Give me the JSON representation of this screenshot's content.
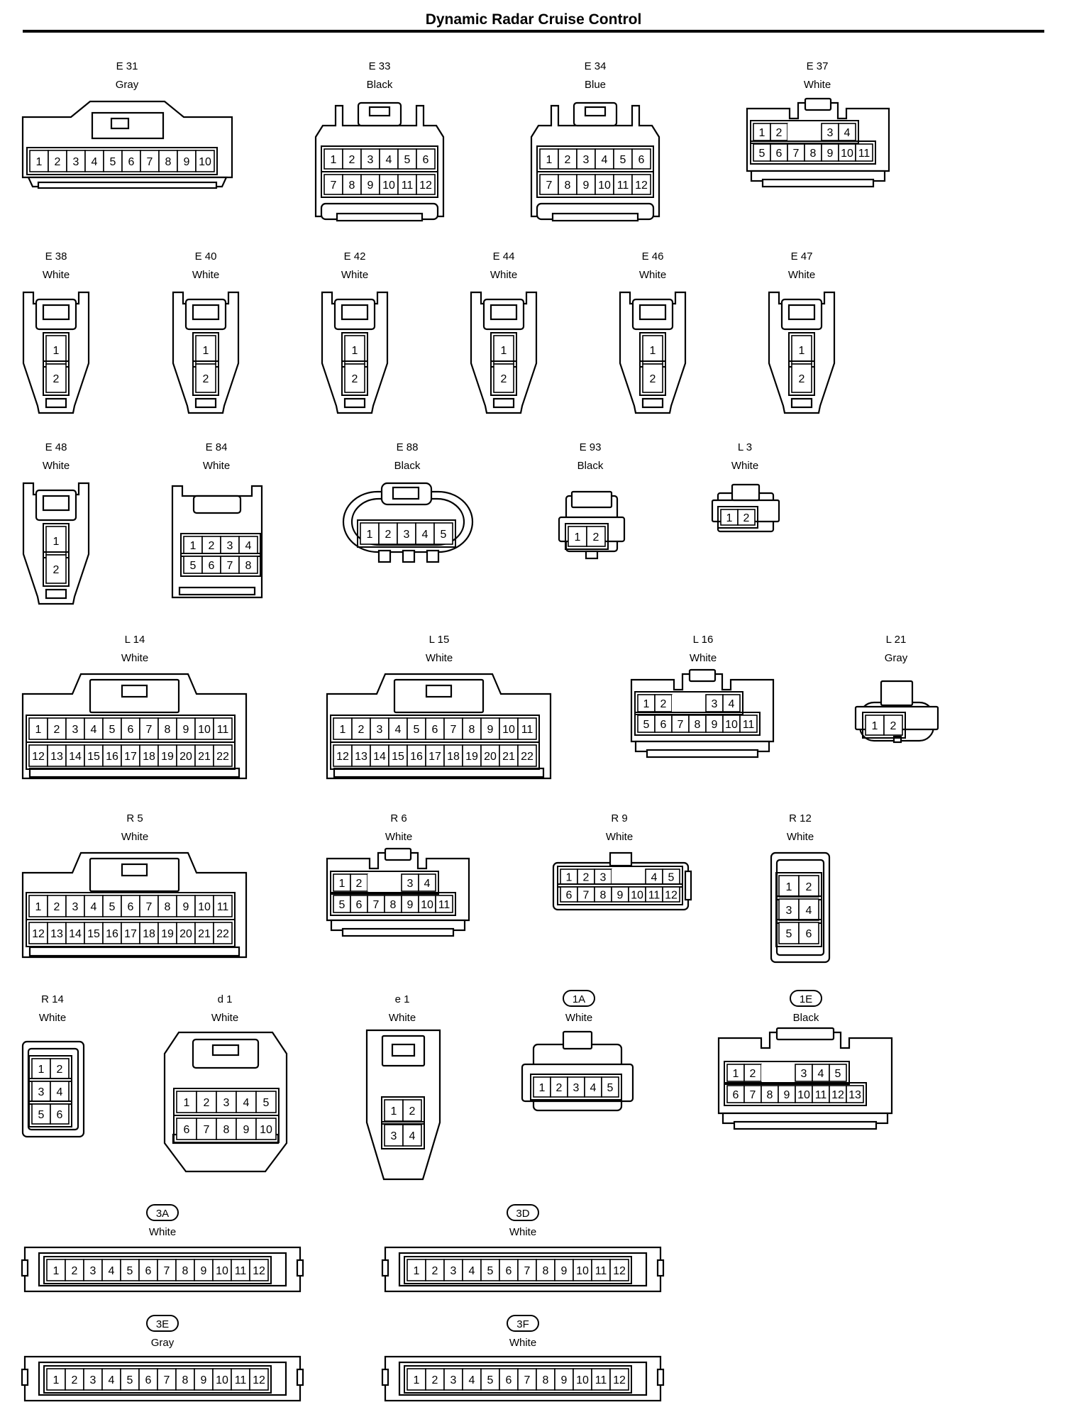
{
  "page": {
    "title": "Dynamic Radar Cruise Control"
  },
  "connectors": [
    {
      "id": "E 31",
      "color": "Gray",
      "circled": false,
      "rows": [
        [
          "1",
          "2",
          "3",
          "4",
          "5",
          "6",
          "7",
          "8",
          "9",
          "10"
        ]
      ]
    },
    {
      "id": "E 33",
      "color": "Black",
      "circled": false,
      "rows": [
        [
          "1",
          "2",
          "3",
          "4",
          "5",
          "6"
        ],
        [
          "7",
          "8",
          "9",
          "10",
          "11",
          "12"
        ]
      ]
    },
    {
      "id": "E 34",
      "color": "Blue",
      "circled": false,
      "rows": [
        [
          "1",
          "2",
          "3",
          "4",
          "5",
          "6"
        ],
        [
          "7",
          "8",
          "9",
          "10",
          "11",
          "12"
        ]
      ]
    },
    {
      "id": "E 37",
      "color": "White",
      "circled": false,
      "rows": [
        [
          "1",
          "2",
          "",
          "",
          "3",
          "4"
        ],
        [
          "5",
          "6",
          "7",
          "8",
          "9",
          "10",
          "11"
        ]
      ]
    },
    {
      "id": "E 38",
      "color": "White",
      "circled": false,
      "rows": [
        [
          "1"
        ],
        [
          "2"
        ]
      ]
    },
    {
      "id": "E 40",
      "color": "White",
      "circled": false,
      "rows": [
        [
          "1"
        ],
        [
          "2"
        ]
      ]
    },
    {
      "id": "E 42",
      "color": "White",
      "circled": false,
      "rows": [
        [
          "1"
        ],
        [
          "2"
        ]
      ]
    },
    {
      "id": "E 44",
      "color": "White",
      "circled": false,
      "rows": [
        [
          "1"
        ],
        [
          "2"
        ]
      ]
    },
    {
      "id": "E 46",
      "color": "White",
      "circled": false,
      "rows": [
        [
          "1"
        ],
        [
          "2"
        ]
      ]
    },
    {
      "id": "E 47",
      "color": "White",
      "circled": false,
      "rows": [
        [
          "1"
        ],
        [
          "2"
        ]
      ]
    },
    {
      "id": "E 48",
      "color": "White",
      "circled": false,
      "rows": [
        [
          "1"
        ],
        [
          "2"
        ]
      ]
    },
    {
      "id": "E 84",
      "color": "White",
      "circled": false,
      "rows": [
        [
          "1",
          "2",
          "3",
          "4"
        ],
        [
          "5",
          "6",
          "7",
          "8"
        ]
      ]
    },
    {
      "id": "E 88",
      "color": "Black",
      "circled": false,
      "rows": [
        [
          "1",
          "2",
          "3",
          "4",
          "5"
        ]
      ]
    },
    {
      "id": "E 93",
      "color": "Black",
      "circled": false,
      "rows": [
        [
          "1",
          "2"
        ]
      ]
    },
    {
      "id": "L 3",
      "color": "White",
      "circled": false,
      "rows": [
        [
          "1",
          "2"
        ]
      ]
    },
    {
      "id": "L 14",
      "color": "White",
      "circled": false,
      "rows": [
        [
          "1",
          "2",
          "3",
          "4",
          "5",
          "6",
          "7",
          "8",
          "9",
          "10",
          "11"
        ],
        [
          "12",
          "13",
          "14",
          "15",
          "16",
          "17",
          "18",
          "19",
          "20",
          "21",
          "22"
        ]
      ]
    },
    {
      "id": "L 15",
      "color": "White",
      "circled": false,
      "rows": [
        [
          "1",
          "2",
          "3",
          "4",
          "5",
          "6",
          "7",
          "8",
          "9",
          "10",
          "11"
        ],
        [
          "12",
          "13",
          "14",
          "15",
          "16",
          "17",
          "18",
          "19",
          "20",
          "21",
          "22"
        ]
      ]
    },
    {
      "id": "L 16",
      "color": "White",
      "circled": false,
      "rows": [
        [
          "1",
          "2",
          "",
          "",
          "3",
          "4"
        ],
        [
          "5",
          "6",
          "7",
          "8",
          "9",
          "10",
          "11"
        ]
      ]
    },
    {
      "id": "L 21",
      "color": "Gray",
      "circled": false,
      "rows": [
        [
          "1",
          "2"
        ]
      ]
    },
    {
      "id": "R 5",
      "color": "White",
      "circled": false,
      "rows": [
        [
          "1",
          "2",
          "3",
          "4",
          "5",
          "6",
          "7",
          "8",
          "9",
          "10",
          "11"
        ],
        [
          "12",
          "13",
          "14",
          "15",
          "16",
          "17",
          "18",
          "19",
          "20",
          "21",
          "22"
        ]
      ]
    },
    {
      "id": "R 6",
      "color": "White",
      "circled": false,
      "rows": [
        [
          "1",
          "2",
          "",
          "",
          "3",
          "4"
        ],
        [
          "5",
          "6",
          "7",
          "8",
          "9",
          "10",
          "11"
        ]
      ]
    },
    {
      "id": "R 9",
      "color": "White",
      "circled": false,
      "rows": [
        [
          "1",
          "2",
          "3",
          "",
          "",
          "4",
          "5"
        ],
        [
          "6",
          "7",
          "8",
          "9",
          "10",
          "11",
          "12"
        ]
      ]
    },
    {
      "id": "R 12",
      "color": "White",
      "circled": false,
      "rows": [
        [
          "1",
          "2"
        ],
        [
          "3",
          "4"
        ],
        [
          "5",
          "6"
        ]
      ]
    },
    {
      "id": "R 14",
      "color": "White",
      "circled": false,
      "rows": [
        [
          "1",
          "2"
        ],
        [
          "3",
          "4"
        ],
        [
          "5",
          "6"
        ]
      ]
    },
    {
      "id": "d 1",
      "color": "White",
      "circled": false,
      "rows": [
        [
          "1",
          "2",
          "3",
          "4",
          "5"
        ],
        [
          "6",
          "7",
          "8",
          "9",
          "10"
        ]
      ]
    },
    {
      "id": "e 1",
      "color": "White",
      "circled": false,
      "rows": [
        [
          "1",
          "2"
        ],
        [
          "3",
          "4"
        ]
      ]
    },
    {
      "id": "1A",
      "color": "White",
      "circled": true,
      "rows": [
        [
          "1",
          "2",
          "3",
          "4",
          "5"
        ]
      ]
    },
    {
      "id": "1E",
      "color": "Black",
      "circled": true,
      "rows": [
        [
          "1",
          "2",
          "",
          "",
          "3",
          "4",
          "5"
        ],
        [
          "6",
          "7",
          "8",
          "9",
          "10",
          "11",
          "12",
          "13"
        ]
      ]
    },
    {
      "id": "3A",
      "color": "White",
      "circled": true,
      "rows": [
        [
          "1",
          "2",
          "3",
          "4",
          "5",
          "6",
          "7",
          "8",
          "9",
          "10",
          "11",
          "12"
        ]
      ]
    },
    {
      "id": "3D",
      "color": "White",
      "circled": true,
      "rows": [
        [
          "1",
          "2",
          "3",
          "4",
          "5",
          "6",
          "7",
          "8",
          "9",
          "10",
          "11",
          "12"
        ]
      ]
    },
    {
      "id": "3E",
      "color": "Gray",
      "circled": true,
      "rows": [
        [
          "1",
          "2",
          "3",
          "4",
          "5",
          "6",
          "7",
          "8",
          "9",
          "10",
          "11",
          "12"
        ]
      ]
    },
    {
      "id": "3F",
      "color": "White",
      "circled": true,
      "rows": [
        [
          "1",
          "2",
          "3",
          "4",
          "5",
          "6",
          "7",
          "8",
          "9",
          "10",
          "11",
          "12"
        ]
      ]
    }
  ]
}
